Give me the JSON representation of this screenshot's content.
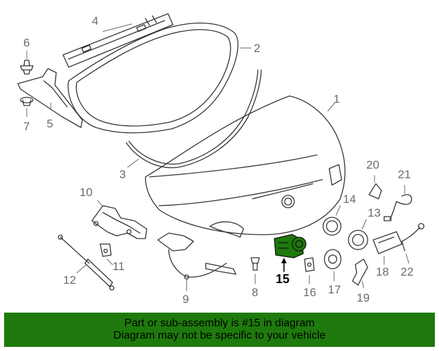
{
  "diagram": {
    "highlight_color": "#1e7a0c",
    "parts": [
      {
        "id": "part-1",
        "callout": "1"
      },
      {
        "id": "part-2",
        "callout": "2"
      },
      {
        "id": "part-3",
        "callout": "3"
      },
      {
        "id": "part-4",
        "callout": "4"
      },
      {
        "id": "part-5",
        "callout": "5"
      },
      {
        "id": "part-6",
        "callout": "6"
      },
      {
        "id": "part-7",
        "callout": "7"
      },
      {
        "id": "part-8",
        "callout": "8"
      },
      {
        "id": "part-9",
        "callout": "9"
      },
      {
        "id": "part-10",
        "callout": "10"
      },
      {
        "id": "part-11",
        "callout": "11"
      },
      {
        "id": "part-12",
        "callout": "12"
      },
      {
        "id": "part-13",
        "callout": "13"
      },
      {
        "id": "part-14",
        "callout": "14"
      },
      {
        "id": "part-15",
        "callout": "15",
        "highlighted": true
      },
      {
        "id": "part-16",
        "callout": "16"
      },
      {
        "id": "part-17",
        "callout": "17"
      },
      {
        "id": "part-18",
        "callout": "18"
      },
      {
        "id": "part-19",
        "callout": "19"
      },
      {
        "id": "part-20",
        "callout": "20"
      },
      {
        "id": "part-21",
        "callout": "21"
      },
      {
        "id": "part-22",
        "callout": "22"
      }
    ]
  },
  "banner": {
    "line1": "Part or sub-assembly is #15 in diagram",
    "line2": "Diagram may not be specific to your vehicle"
  }
}
